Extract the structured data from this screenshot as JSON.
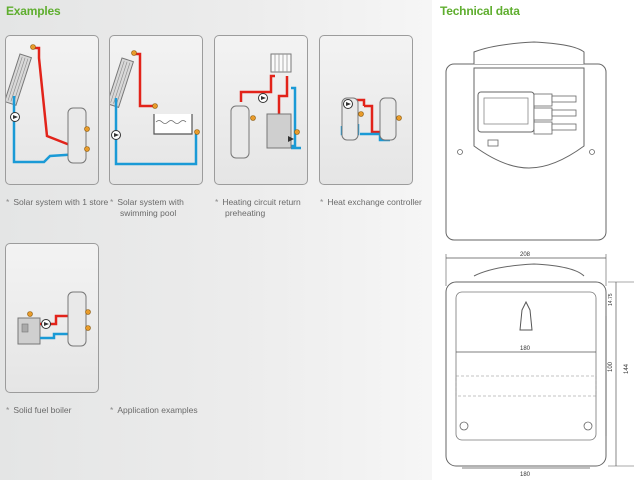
{
  "examples": {
    "heading": "Examples",
    "items": [
      {
        "caption_line1": "Solar system with 1 store",
        "caption_line2": ""
      },
      {
        "caption_line1": "Solar system with",
        "caption_line2": "swimming pool"
      },
      {
        "caption_line1": "Heating circuit return",
        "caption_line2": "preheating"
      },
      {
        "caption_line1": "Heat exchange controller",
        "caption_line2": ""
      },
      {
        "caption_line1": "Solid fuel boiler",
        "caption_line2": ""
      },
      {
        "caption_line1": "Application examples",
        "caption_line2": ""
      }
    ],
    "bullet": "*"
  },
  "technical": {
    "heading": "Technical data",
    "dimensions": {
      "width_total": "208",
      "width_inner_top": "180",
      "width_inner_bottom": "180",
      "height_total": "144",
      "height_inner": "100",
      "height_small": "14.75"
    }
  },
  "colors": {
    "accent_green": "#5fae2f",
    "hot_red": "#e2231a",
    "cold_blue": "#1a9ad6"
  }
}
